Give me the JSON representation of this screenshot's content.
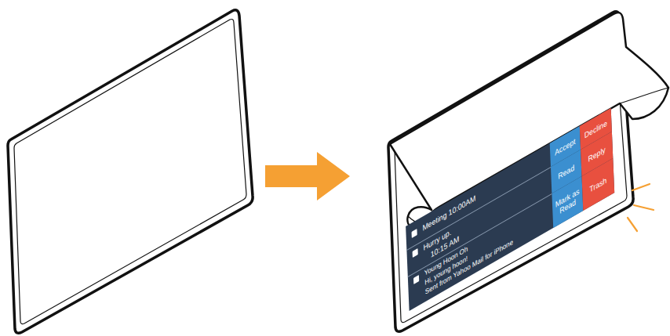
{
  "diagram": {
    "nodes": [
      {
        "text": [
          "Meeting 10:00AM",
          "Hurry up.",
          "10:15 AM",
          "Young Hoon Oh",
          "Hi, young hoon!",
          "Sent from Yahoo Mail for iPhone"
        ]
      },
      {
        "text": [
          "Accept"
        ],
        "in": 0
      },
      {
        "text": [
          "Decline"
        ],
        "in": 0
      },
      {
        "text": [
          "Read"
        ],
        "in": 0
      },
      {
        "text": [
          "Reply"
        ],
        "in": 0
      },
      {
        "text": [
          "Mark as Read"
        ],
        "in": 0
      },
      {
        "text": [
          "Trash"
        ],
        "in": 0
      }
    ]
  }
}
